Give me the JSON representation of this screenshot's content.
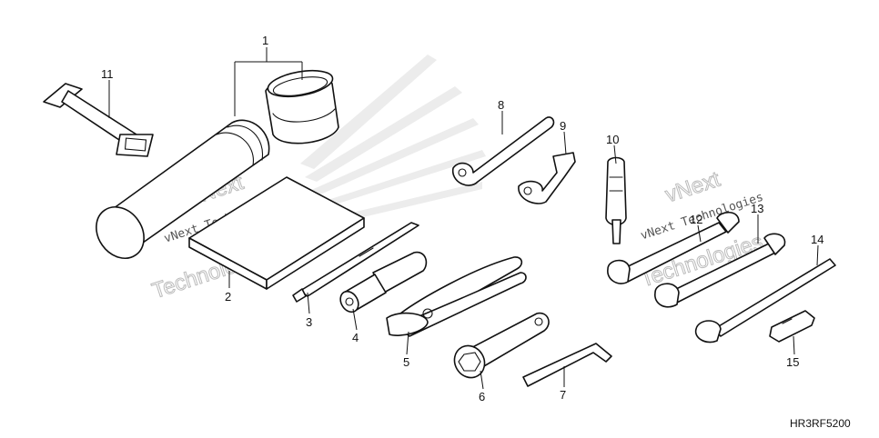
{
  "diagram": {
    "reference_code": "HR3RF5200",
    "watermark": {
      "line1": "vNext Technologies",
      "line2": "Technologies",
      "line3": "vNext"
    },
    "callouts": [
      {
        "id": "1",
        "label": "1"
      },
      {
        "id": "2",
        "label": "2"
      },
      {
        "id": "3",
        "label": "3"
      },
      {
        "id": "4",
        "label": "4"
      },
      {
        "id": "5",
        "label": "5"
      },
      {
        "id": "6",
        "label": "6"
      },
      {
        "id": "7",
        "label": "7"
      },
      {
        "id": "8",
        "label": "8"
      },
      {
        "id": "9",
        "label": "9"
      },
      {
        "id": "10",
        "label": "10"
      },
      {
        "id": "11",
        "label": "11"
      },
      {
        "id": "12",
        "label": "12"
      },
      {
        "id": "13",
        "label": "13"
      },
      {
        "id": "14",
        "label": "14"
      },
      {
        "id": "15",
        "label": "15"
      }
    ]
  }
}
